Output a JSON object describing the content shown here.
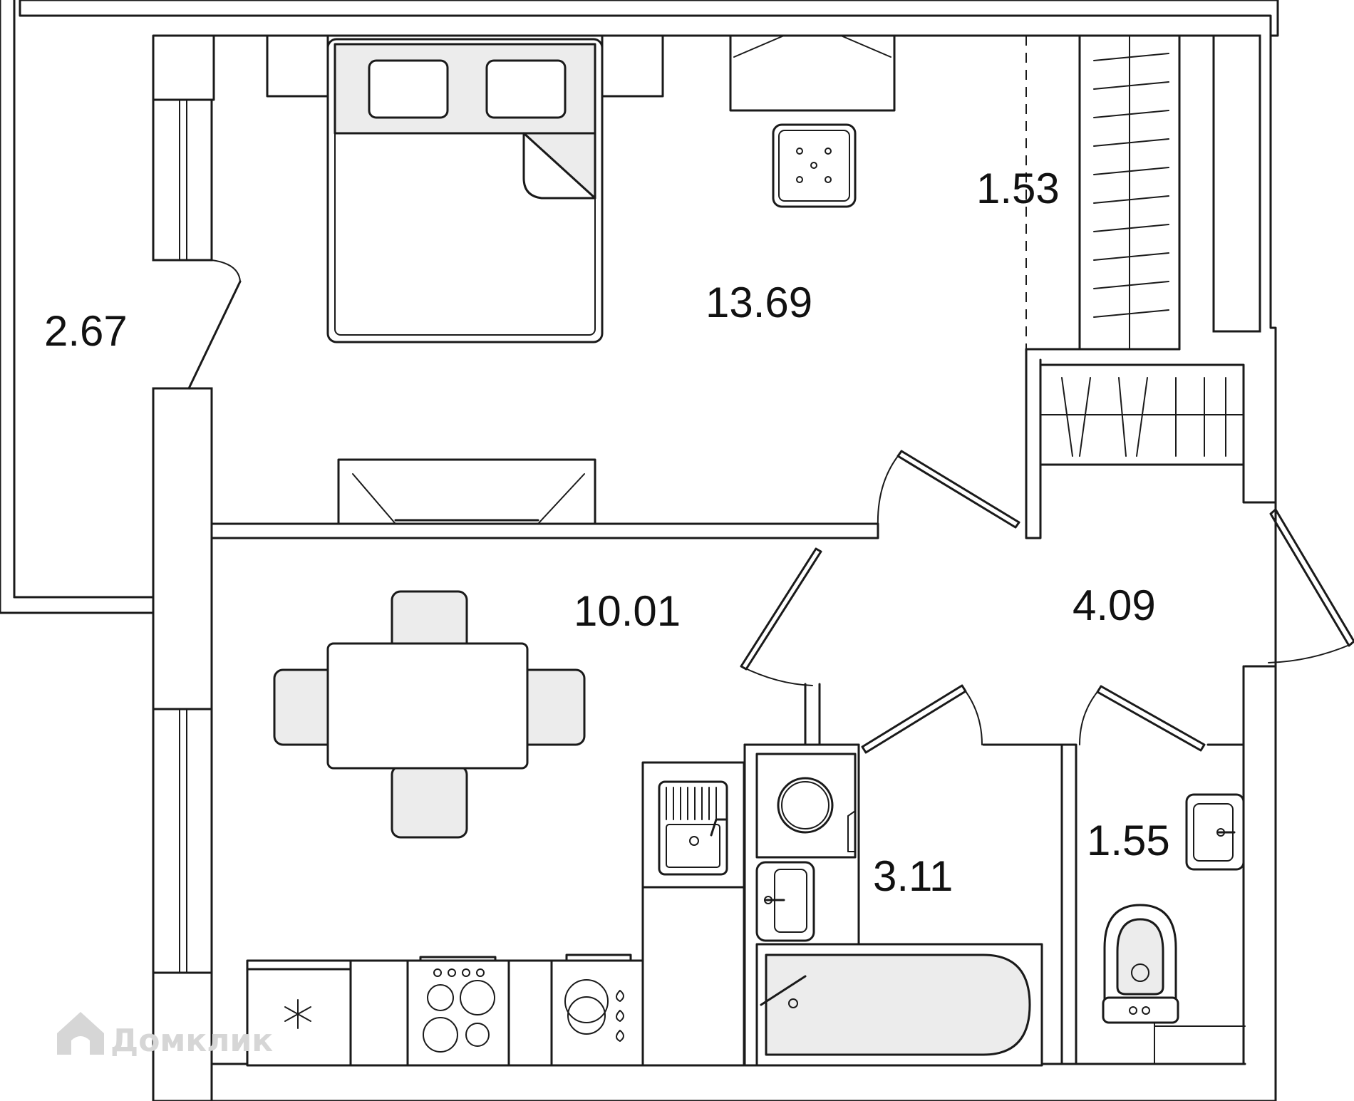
{
  "rooms": {
    "balcony": {
      "area": "2.67"
    },
    "bedroom": {
      "area": "13.69"
    },
    "wardrobe": {
      "area": "1.53"
    },
    "kitchen": {
      "area": "10.01"
    },
    "hallway": {
      "area": "4.09"
    },
    "bathroom": {
      "area": "3.11"
    },
    "toilet": {
      "area": "1.55"
    }
  },
  "watermark": {
    "text": "Домклик"
  },
  "colors": {
    "line": "#1a1a1a",
    "fixture_fill": "#ececec",
    "background": "#ffffff"
  }
}
